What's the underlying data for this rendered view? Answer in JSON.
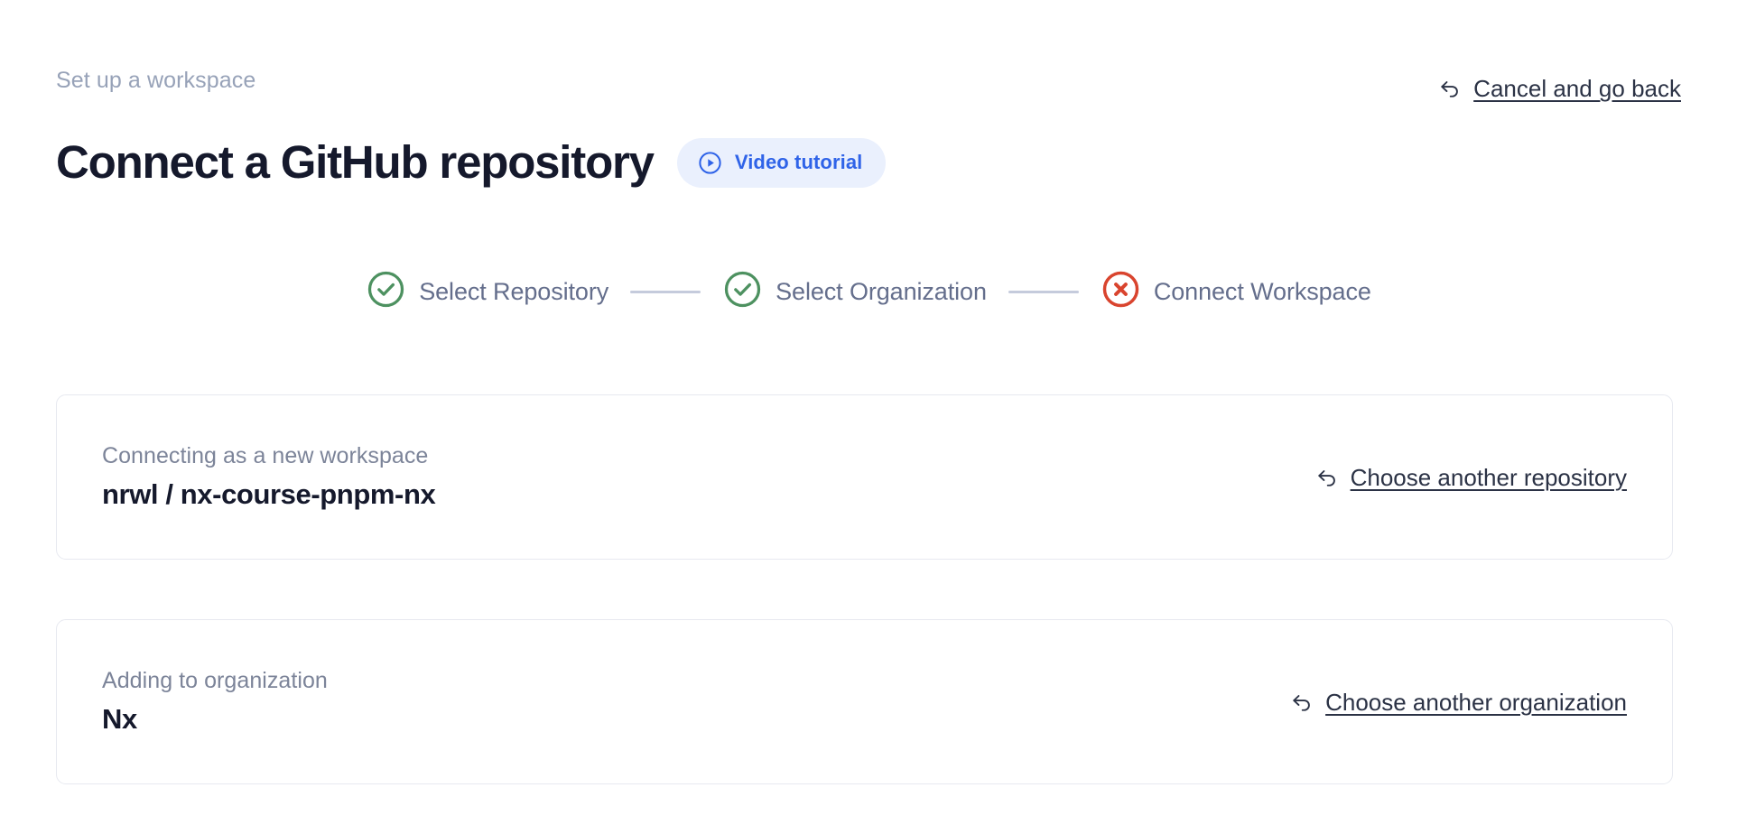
{
  "header": {
    "eyebrow": "Set up a workspace",
    "title": "Connect a GitHub repository",
    "video_tutorial_label": "Video tutorial",
    "cancel_label": "Cancel and go back"
  },
  "stepper": {
    "steps": [
      {
        "label": "Select Repository",
        "state": "complete",
        "icon": "check-circle-icon"
      },
      {
        "label": "Select Organization",
        "state": "complete",
        "icon": "check-circle-icon"
      },
      {
        "label": "Connect Workspace",
        "state": "error",
        "icon": "x-circle-icon"
      }
    ]
  },
  "cards": [
    {
      "label": "Connecting as a new workspace",
      "owner": "nrwl / ",
      "name": "nx-course-pnpm-nx",
      "action_label": "Choose another repository",
      "action_icon": "arrow-uturn-left-icon"
    },
    {
      "label": "Adding to organization",
      "owner": "",
      "name": "Nx",
      "action_label": "Choose another organization",
      "action_icon": "arrow-uturn-left-icon"
    }
  ],
  "colors": {
    "background": "#ffffff",
    "title": "#15192c",
    "eyebrow": "#97a2b8",
    "accent_blue": "#2f63e8",
    "pill_bg": "#eaf0fd",
    "step_complete": "#4d9160",
    "step_error": "#d9442e",
    "step_label": "#646e8c",
    "connector": "#c5cbdc",
    "card_border": "#e7e9f0",
    "card_label": "#7c8499",
    "link": "#2b3245"
  }
}
